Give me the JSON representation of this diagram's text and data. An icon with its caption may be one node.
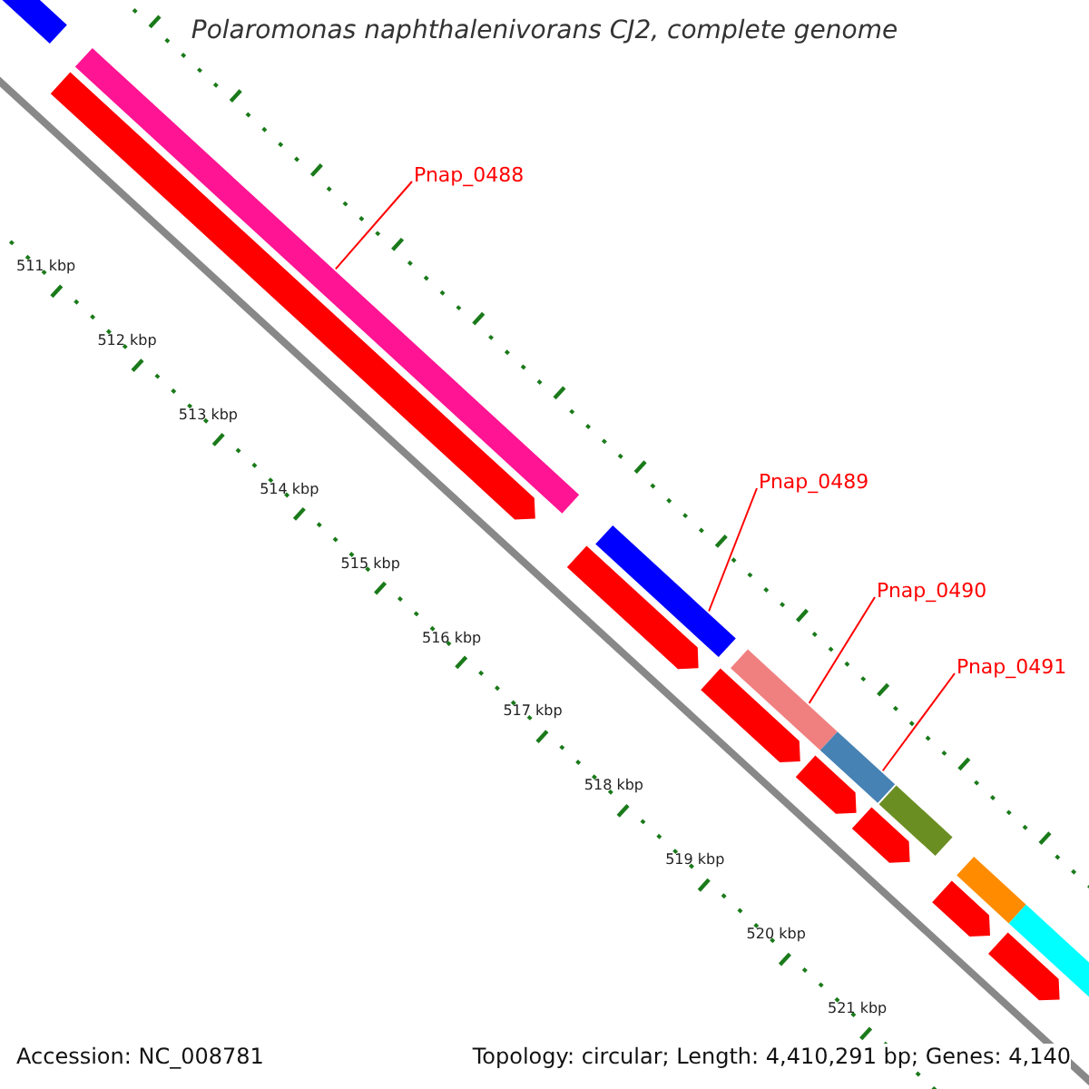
{
  "diagram": {
    "title": "Polaromonas naphthalenivorans CJ2, complete genome",
    "nodes": [
      {
        "text": [
          "Pnap_0488"
        ]
      },
      {
        "text": [],
        "shape": "bar"
      },
      {
        "text": [
          "Pnap_0489"
        ]
      },
      {
        "text": [],
        "shape": "bar"
      },
      {
        "text": [
          "Pnap_0490"
        ]
      },
      {
        "text": [],
        "shape": "bar"
      },
      {
        "text": [
          "Pnap_0491"
        ]
      },
      {
        "text": [],
        "shape": "bar"
      },
      {
        "text": [],
        "shape": "bar"
      },
      {
        "text": [],
        "shape": "bar"
      },
      {
        "text": [],
        "shape": "bar"
      },
      {
        "text": [],
        "shape": "bar"
      },
      {
        "text": [],
        "shape": "bar"
      },
      {
        "text": [],
        "shape": "bar"
      },
      {
        "text": [],
        "shape": "bar"
      },
      {
        "text": [],
        "shape": "bar"
      },
      {
        "text": [],
        "shape": "bar"
      },
      {
        "text": [],
        "shape": "bar"
      },
      {
        "text": [],
        "shape": "bar"
      }
    ],
    "edges": [
      {
        "from": 0,
        "to": 1,
        "arrow": "none"
      },
      {
        "from": 2,
        "to": 3,
        "arrow": "none"
      },
      {
        "from": 4,
        "to": 5,
        "arrow": "none"
      },
      {
        "from": 6,
        "to": 7,
        "arrow": "none"
      }
    ],
    "labels": [
      "511 kbp",
      "512 kbp",
      "513 kbp",
      "514 kbp",
      "515 kbp",
      "516 kbp",
      "517 kbp",
      "518 kbp",
      "519 kbp",
      "520 kbp",
      "521 kbp",
      "Accession: NC_008781",
      "Topology: circular; Length: 4,410,291 bp; Genes: 4,140"
    ]
  }
}
